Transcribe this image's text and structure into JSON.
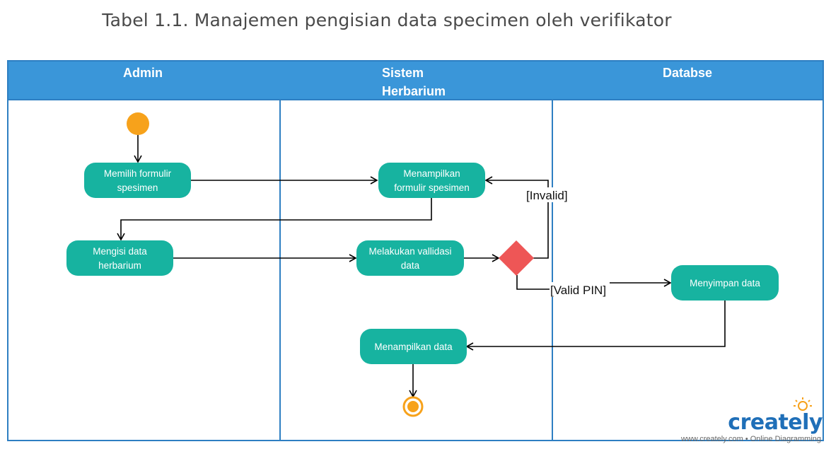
{
  "title": "Tabel 1.1. Manajemen pengisian data specimen oleh verifikator",
  "lanes": {
    "admin": "Admin",
    "sistem_line1": "Sistem",
    "sistem_line2": "Herbarium",
    "database": "Databse"
  },
  "nodes": {
    "pilih_formulir": [
      "Memilih formulir",
      "spesimen"
    ],
    "tampil_formulir": [
      "Menampilkan",
      "formulir spesimen"
    ],
    "isi_data": [
      "Mengisi data",
      "herbarium"
    ],
    "validasi": [
      "Melakukan vallidasi",
      "data"
    ],
    "simpan": "Menyimpan data",
    "tampil_data": "Menampilkan data"
  },
  "guards": {
    "invalid": "[Invalid]",
    "valid": "[Valid PIN]"
  },
  "colors": {
    "lane_header": "#3a96d9",
    "lane_border": "#2e7fc2",
    "activity": "#17b3a0",
    "start": "#f7a21b",
    "decision": "#ee5656"
  },
  "branding": {
    "logo": "creately",
    "sub": "www.creately.com • Online Diagramming"
  }
}
